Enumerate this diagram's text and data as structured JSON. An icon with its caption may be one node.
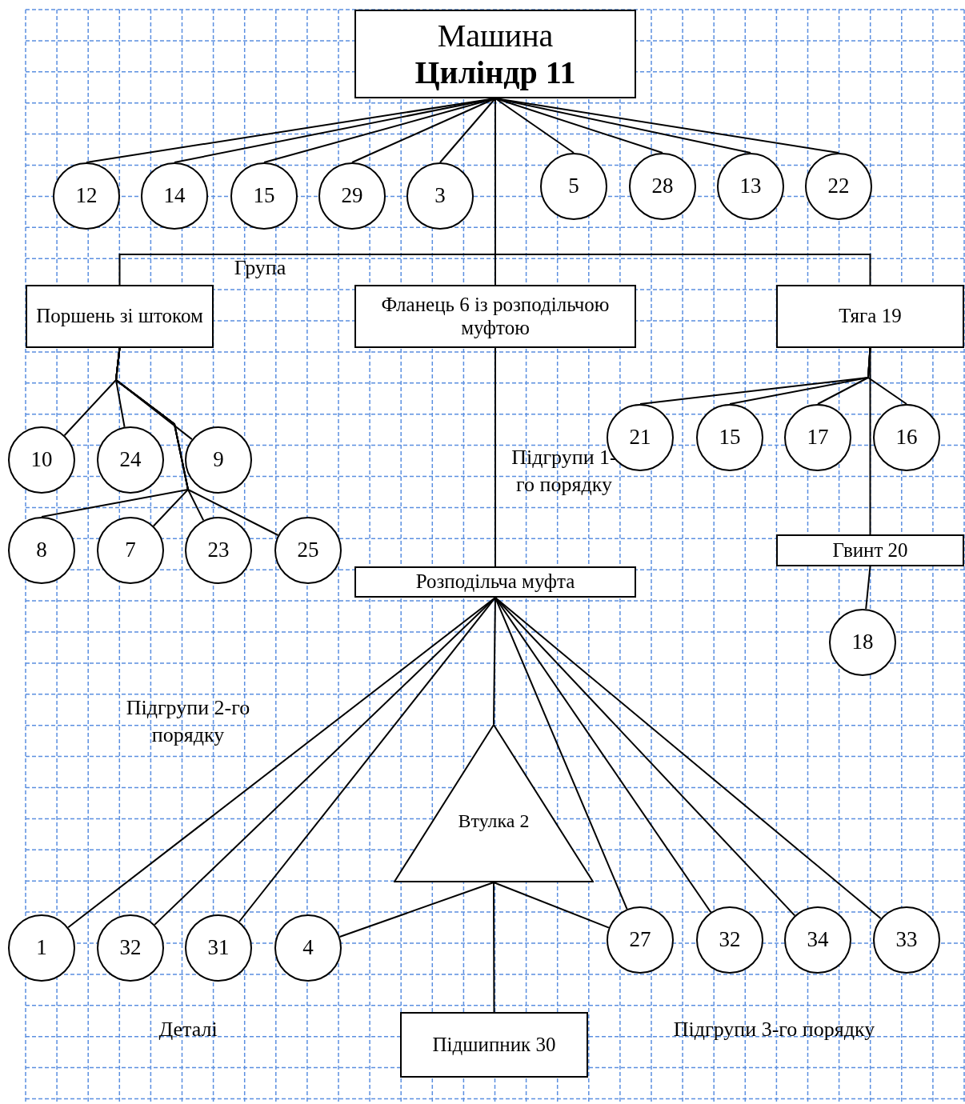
{
  "diagram": {
    "nodes": [
      {
        "text": [
          "Машина",
          "Циліндр 11"
        ]
      },
      {
        "text": [
          "12"
        ]
      },
      {
        "text": [
          "14"
        ]
      },
      {
        "text": [
          "15"
        ]
      },
      {
        "text": [
          "29"
        ]
      },
      {
        "text": [
          "3"
        ]
      },
      {
        "text": [
          "5"
        ]
      },
      {
        "text": [
          "28"
        ]
      },
      {
        "text": [
          "13"
        ]
      },
      {
        "text": [
          "22"
        ]
      },
      {
        "text": [
          "Поршень зі штоком"
        ]
      },
      {
        "text": [
          "Фланець 6 із розподільчою муфтою"
        ]
      },
      {
        "text": [
          "Тяга 19"
        ]
      },
      {
        "text": [
          "10"
        ]
      },
      {
        "text": [
          "24"
        ]
      },
      {
        "text": [
          "9"
        ]
      },
      {
        "text": [
          "8"
        ]
      },
      {
        "text": [
          "7"
        ]
      },
      {
        "text": [
          "23"
        ]
      },
      {
        "text": [
          "25"
        ]
      },
      {
        "text": [
          "21"
        ]
      },
      {
        "text": [
          "15"
        ]
      },
      {
        "text": [
          "17"
        ]
      },
      {
        "text": [
          "16"
        ]
      },
      {
        "text": [
          "Гвинт 20"
        ]
      },
      {
        "text": [
          "18"
        ]
      },
      {
        "text": [
          "Розподільча муфта"
        ]
      },
      {
        "text": [
          "Втулка 2"
        ]
      },
      {
        "text": [
          "1"
        ]
      },
      {
        "text": [
          "32"
        ]
      },
      {
        "text": [
          "31"
        ]
      },
      {
        "text": [
          "4"
        ]
      },
      {
        "text": [
          "27"
        ]
      },
      {
        "text": [
          "32"
        ]
      },
      {
        "text": [
          "34"
        ]
      },
      {
        "text": [
          "33"
        ]
      },
      {
        "text": [
          "Підшипник 30"
        ]
      }
    ],
    "edges": [
      {
        "from": 0,
        "to": 1,
        "arrow": "none"
      },
      {
        "from": 0,
        "to": 2,
        "arrow": "none"
      },
      {
        "from": 0,
        "to": 3,
        "arrow": "none"
      },
      {
        "from": 0,
        "to": 4,
        "arrow": "none"
      },
      {
        "from": 0,
        "to": 5,
        "arrow": "none"
      },
      {
        "from": 0,
        "to": 6,
        "arrow": "none"
      },
      {
        "from": 0,
        "to": 7,
        "arrow": "none"
      },
      {
        "from": 0,
        "to": 8,
        "arrow": "none"
      },
      {
        "from": 0,
        "to": 9,
        "arrow": "none"
      },
      {
        "from": 0,
        "to": 10,
        "arrow": "none"
      },
      {
        "from": 0,
        "to": 11,
        "arrow": "none"
      },
      {
        "from": 0,
        "to": 12,
        "arrow": "none"
      },
      {
        "from": 10,
        "to": 13,
        "arrow": "none"
      },
      {
        "from": 10,
        "to": 14,
        "arrow": "none"
      },
      {
        "from": 10,
        "to": 15,
        "arrow": "none"
      },
      {
        "from": 10,
        "to": 16,
        "arrow": "none"
      },
      {
        "from": 10,
        "to": 17,
        "arrow": "none"
      },
      {
        "from": 10,
        "to": 18,
        "arrow": "none"
      },
      {
        "from": 10,
        "to": 19,
        "arrow": "none"
      },
      {
        "from": 12,
        "to": 20,
        "arrow": "none"
      },
      {
        "from": 12,
        "to": 21,
        "arrow": "none"
      },
      {
        "from": 12,
        "to": 22,
        "arrow": "none"
      },
      {
        "from": 12,
        "to": 23,
        "arrow": "none"
      },
      {
        "from": 12,
        "to": 24,
        "arrow": "none"
      },
      {
        "from": 24,
        "to": 25,
        "arrow": "none"
      },
      {
        "from": 11,
        "to": 26,
        "arrow": "none"
      },
      {
        "from": 26,
        "to": 28,
        "arrow": "none"
      },
      {
        "from": 26,
        "to": 29,
        "arrow": "none"
      },
      {
        "from": 26,
        "to": 30,
        "arrow": "none"
      },
      {
        "from": 26,
        "to": 27,
        "arrow": "none"
      },
      {
        "from": 26,
        "to": 32,
        "arrow": "none"
      },
      {
        "from": 26,
        "to": 33,
        "arrow": "none"
      },
      {
        "from": 26,
        "to": 34,
        "arrow": "none"
      },
      {
        "from": 26,
        "to": 35,
        "arrow": "none"
      },
      {
        "from": 27,
        "to": 31,
        "arrow": "none"
      },
      {
        "from": 27,
        "to": 32,
        "arrow": "none"
      },
      {
        "from": 27,
        "to": 36,
        "arrow": "none"
      }
    ],
    "labels": [
      "Група",
      "Підгрупи 1-го порядку",
      "Підгрупи 2-го порядку",
      "Деталі",
      "Підгрупи 3-го порядку"
    ]
  }
}
